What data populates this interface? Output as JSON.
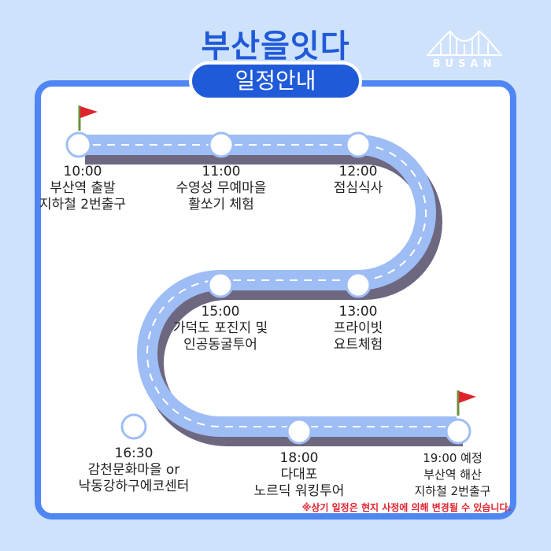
{
  "header": {
    "title": "부산을잇다",
    "subtitle": "일정안내",
    "logo_text": "BUSAN"
  },
  "stops": [
    {
      "time": "10:00",
      "lines": [
        "부산역 출발",
        "지하철 2번출구"
      ]
    },
    {
      "time": "11:00",
      "lines": [
        "수영성 무예마을",
        "활쏘기 체험"
      ]
    },
    {
      "time": "12:00",
      "lines": [
        "점심식사"
      ]
    },
    {
      "time": "13:00",
      "lines": [
        "프라이빗",
        "요트체험"
      ]
    },
    {
      "time": "15:00",
      "lines": [
        "가덕도 포진지 및",
        "인공동굴투어"
      ]
    },
    {
      "time": "16:30",
      "lines": [
        "감천문화마을 or",
        "낙동강하구에코센터"
      ]
    },
    {
      "time": "18:00",
      "lines": [
        "다대포",
        "노르딕 워킹투어"
      ]
    },
    {
      "time": "19:00 예정",
      "lines": [
        "부산역 해산",
        "지하철 2번출구"
      ]
    }
  ],
  "notice": "※상기 일정은 현지 사정에 의해 변경될 수 있습니다.",
  "colors": {
    "bg": "#cfe2fb",
    "accent": "#1f5ad9",
    "frame": "#4f86f3",
    "road": "#9ebdf5",
    "road_shadow": "#6e6780",
    "flag": "#e0242c"
  }
}
